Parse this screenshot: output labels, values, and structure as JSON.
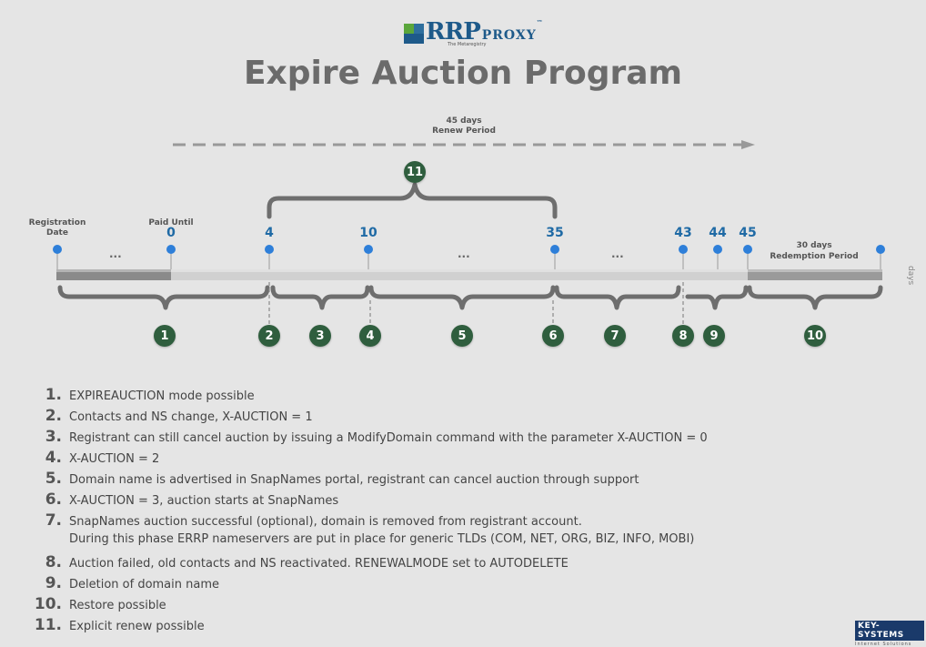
{
  "logo": {
    "brand": "RRP",
    "suffix": "PROXY",
    "trademark": "™",
    "tagline": "The Metaregistry"
  },
  "title": "Expire Auction Program",
  "renew": {
    "days": "45 days",
    "label": "Renew Period"
  },
  "labels": {
    "registration": "Registration Date",
    "paid_until": "Paid Until",
    "redemption_days": "30 days",
    "redemption_label": "Redemption Period",
    "days_axis": "days",
    "ellipsis": "..."
  },
  "markers": [
    {
      "label": "0"
    },
    {
      "label": "4"
    },
    {
      "label": "10"
    },
    {
      "label": "35"
    },
    {
      "label": "43"
    },
    {
      "label": "44"
    },
    {
      "label": "45"
    }
  ],
  "phases": [
    "1",
    "2",
    "3",
    "4",
    "5",
    "6",
    "7",
    "8",
    "9",
    "10",
    "11"
  ],
  "legend": [
    {
      "n": "1.",
      "text": "EXPIREAUCTION mode possible"
    },
    {
      "n": "2.",
      "text": "Contacts and NS change, X-AUCTION = 1"
    },
    {
      "n": "3.",
      "text": "Registrant can still cancel auction by issuing a ModifyDomain command with the parameter X-AUCTION = 0"
    },
    {
      "n": "4.",
      "text": "X-AUCTION = 2"
    },
    {
      "n": "5.",
      "text": "Domain name is advertised in SnapNames portal, registrant can cancel auction through support"
    },
    {
      "n": "6.",
      "text": "X-AUCTION = 3, auction starts at SnapNames"
    },
    {
      "n": "7.",
      "text": "SnapNames auction successful (optional), domain is removed from registrant account.",
      "cont": "During this phase ERRP nameservers are put in place for generic TLDs (COM, NET, ORG, BIZ, INFO, MOBI)"
    },
    {
      "n": "8.",
      "text": "Auction failed, old contacts and NS reactivated. RENEWALMODE set to AUTODELETE"
    },
    {
      "n": "9.",
      "text": "Deletion of domain name"
    },
    {
      "n": "10.",
      "text": "Restore possible"
    },
    {
      "n": "11.",
      "text": "Explicit renew possible"
    }
  ],
  "footer": {
    "brand": "KEY-SYSTEMS",
    "sub": "Internet Solutions"
  },
  "colors": {
    "pin": "#2e7fd9",
    "circle": "#2f5e3e",
    "number": "#1f6aa5",
    "title": "#6b6b6b"
  }
}
